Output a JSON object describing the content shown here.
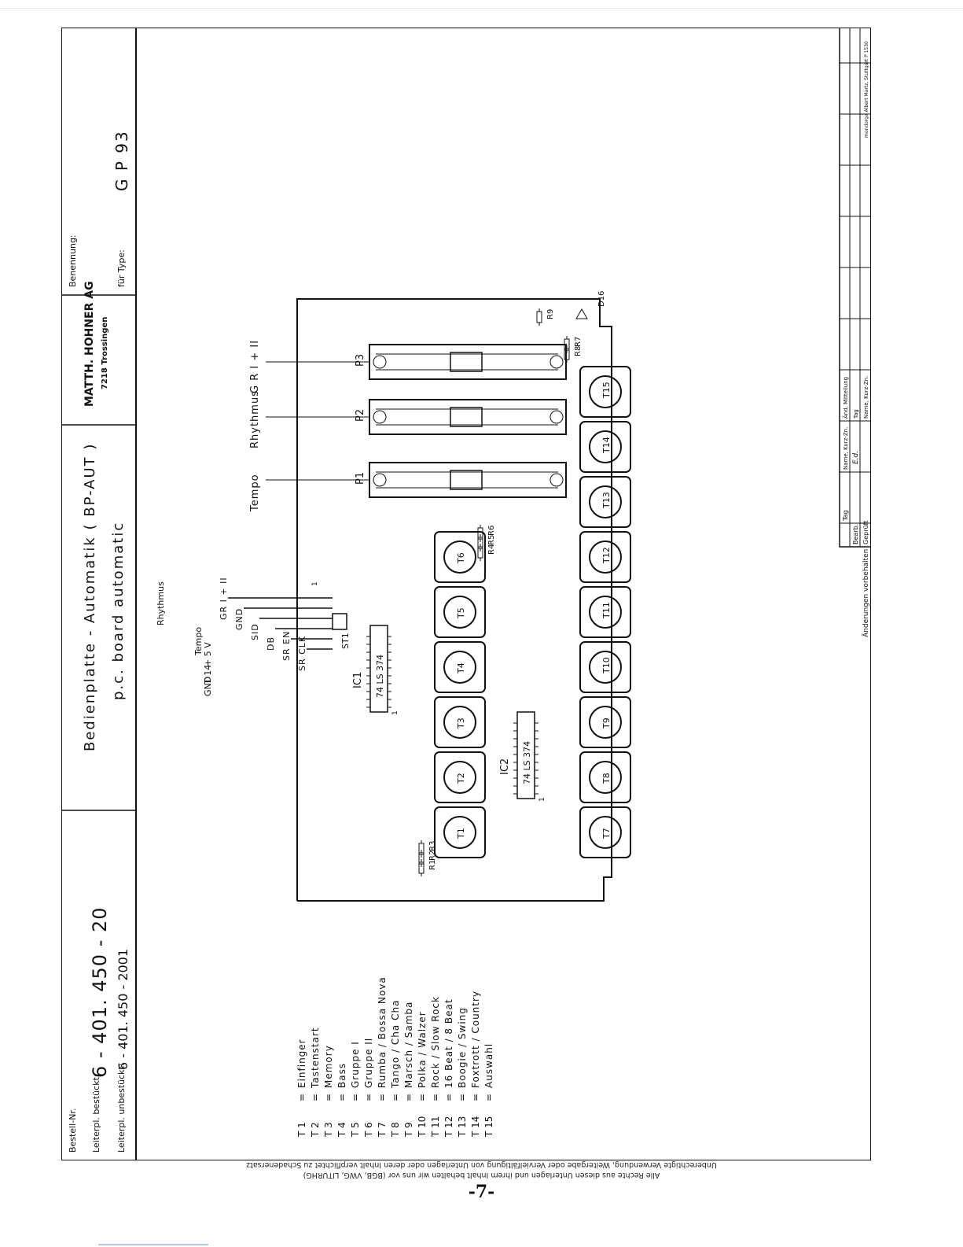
{
  "title_block": {
    "bestell_label": "Bestell-Nr.",
    "bestueckt_label": "Leiterpl. bestückt:",
    "bestueckt_value": "6 - 401. 450 - 20",
    "unbestueckt_label": "Leiterpl. unbestückt:",
    "unbestueckt_value": "6 - 401. 450 - 2001",
    "desc_line1": "Bedienplatte - Automatik  ( BP-AUT )",
    "desc_line2": "p.c. board   automatic",
    "company": "MATTH. HOHNER AG",
    "company_city": "7218 Trossingen",
    "benennung_label": "Benennung:",
    "type_label": "für Type:",
    "type_value": "G P 93"
  },
  "revision_block": {
    "header_tag": "Tag",
    "header_name": "Name, Kurz-Zn.",
    "header_mitteilung": "Änd. Mitteilung",
    "header_tag2": "Tag",
    "header_name2": "Name, Kurz-Zn.",
    "bearb": "Bearb.",
    "geprueft": "Geprüft",
    "initials": "E.d.",
    "aenderungen": "Änderungen vorbehalten",
    "printer": "mondorga  Albert Martz, Stuttgart  P 1530"
  },
  "pots": [
    {
      "id": "P3",
      "label": "G R I + II"
    },
    {
      "id": "P2",
      "label": "Rhythmus"
    },
    {
      "id": "P1",
      "label": "Tempo"
    }
  ],
  "connector": {
    "left_labels": [
      "Rhythmus",
      "Tempo",
      "+ 5 V",
      "T 14",
      "GND"
    ],
    "pin_labels": [
      "GR I + II",
      "GND",
      "SID",
      "DB",
      "SR EN",
      "SR CLK"
    ],
    "connector_id": "ST1",
    "pin1_mark": "1"
  },
  "ics": [
    {
      "id": "IC1",
      "part": "74 LS 374",
      "pin1": "1"
    },
    {
      "id": "IC2",
      "part": "74 LS 374",
      "pin1": "1"
    }
  ],
  "resistors": {
    "group_left": [
      "R1",
      "R2",
      "R3"
    ],
    "group_mid": [
      "R6",
      "R5",
      "R4"
    ],
    "group_right": [
      "R7",
      "R8"
    ],
    "single": "R9",
    "diode": "D16"
  },
  "buttons": {
    "row_inner": [
      "T1",
      "T2",
      "T3",
      "T4",
      "T5",
      "T6"
    ],
    "row_outer": [
      "T7",
      "T8",
      "T9",
      "T10",
      "T11",
      "T12",
      "T13",
      "T14",
      "T15"
    ]
  },
  "legend": [
    {
      "key": "T 1",
      "eq": "=",
      "value": "Einfinger"
    },
    {
      "key": "T 2",
      "eq": "=",
      "value": "Tastenstart"
    },
    {
      "key": "T 3",
      "eq": "=",
      "value": "Memory"
    },
    {
      "key": "T 4",
      "eq": "=",
      "value": "Bass"
    },
    {
      "key": "T 5",
      "eq": "=",
      "value": "Gruppe I"
    },
    {
      "key": "T 6",
      "eq": "=",
      "value": "Gruppe II"
    },
    {
      "key": "T 7",
      "eq": "=",
      "value": "Rumba / Bossa Nova"
    },
    {
      "key": "T 8",
      "eq": "=",
      "value": "Tango / Cha Cha"
    },
    {
      "key": "T 9",
      "eq": "=",
      "value": "Marsch / Samba"
    },
    {
      "key": "T 10",
      "eq": "=",
      "value": "Polka / Walzer"
    },
    {
      "key": "T 11",
      "eq": "=",
      "value": "Rock / Slow Rock"
    },
    {
      "key": "T 12",
      "eq": "=",
      "value": "16 Beat / 8 Beat"
    },
    {
      "key": "T 13",
      "eq": "=",
      "value": "Boogie / Swing"
    },
    {
      "key": "T 14",
      "eq": "=",
      "value": "Foxtrott / Country"
    },
    {
      "key": "T 15",
      "eq": "=",
      "value": "Auswahl"
    }
  ],
  "footer": {
    "legal_line1": "Unberechtigte Verwendung, Weitergabe oder Vervielfältigung von Unterlagen oder deren Inhalt verpflichtet zu Schadenersatz",
    "legal_line2": "Alle Rechte aus diesen Unterlagen und ihrem Inhalt behalten wir uns vor (BGB, VWG, LITURHG)",
    "page_number": "-7-"
  },
  "colors": {
    "ink": "#111111",
    "page_edge": "#b4c8e6"
  }
}
